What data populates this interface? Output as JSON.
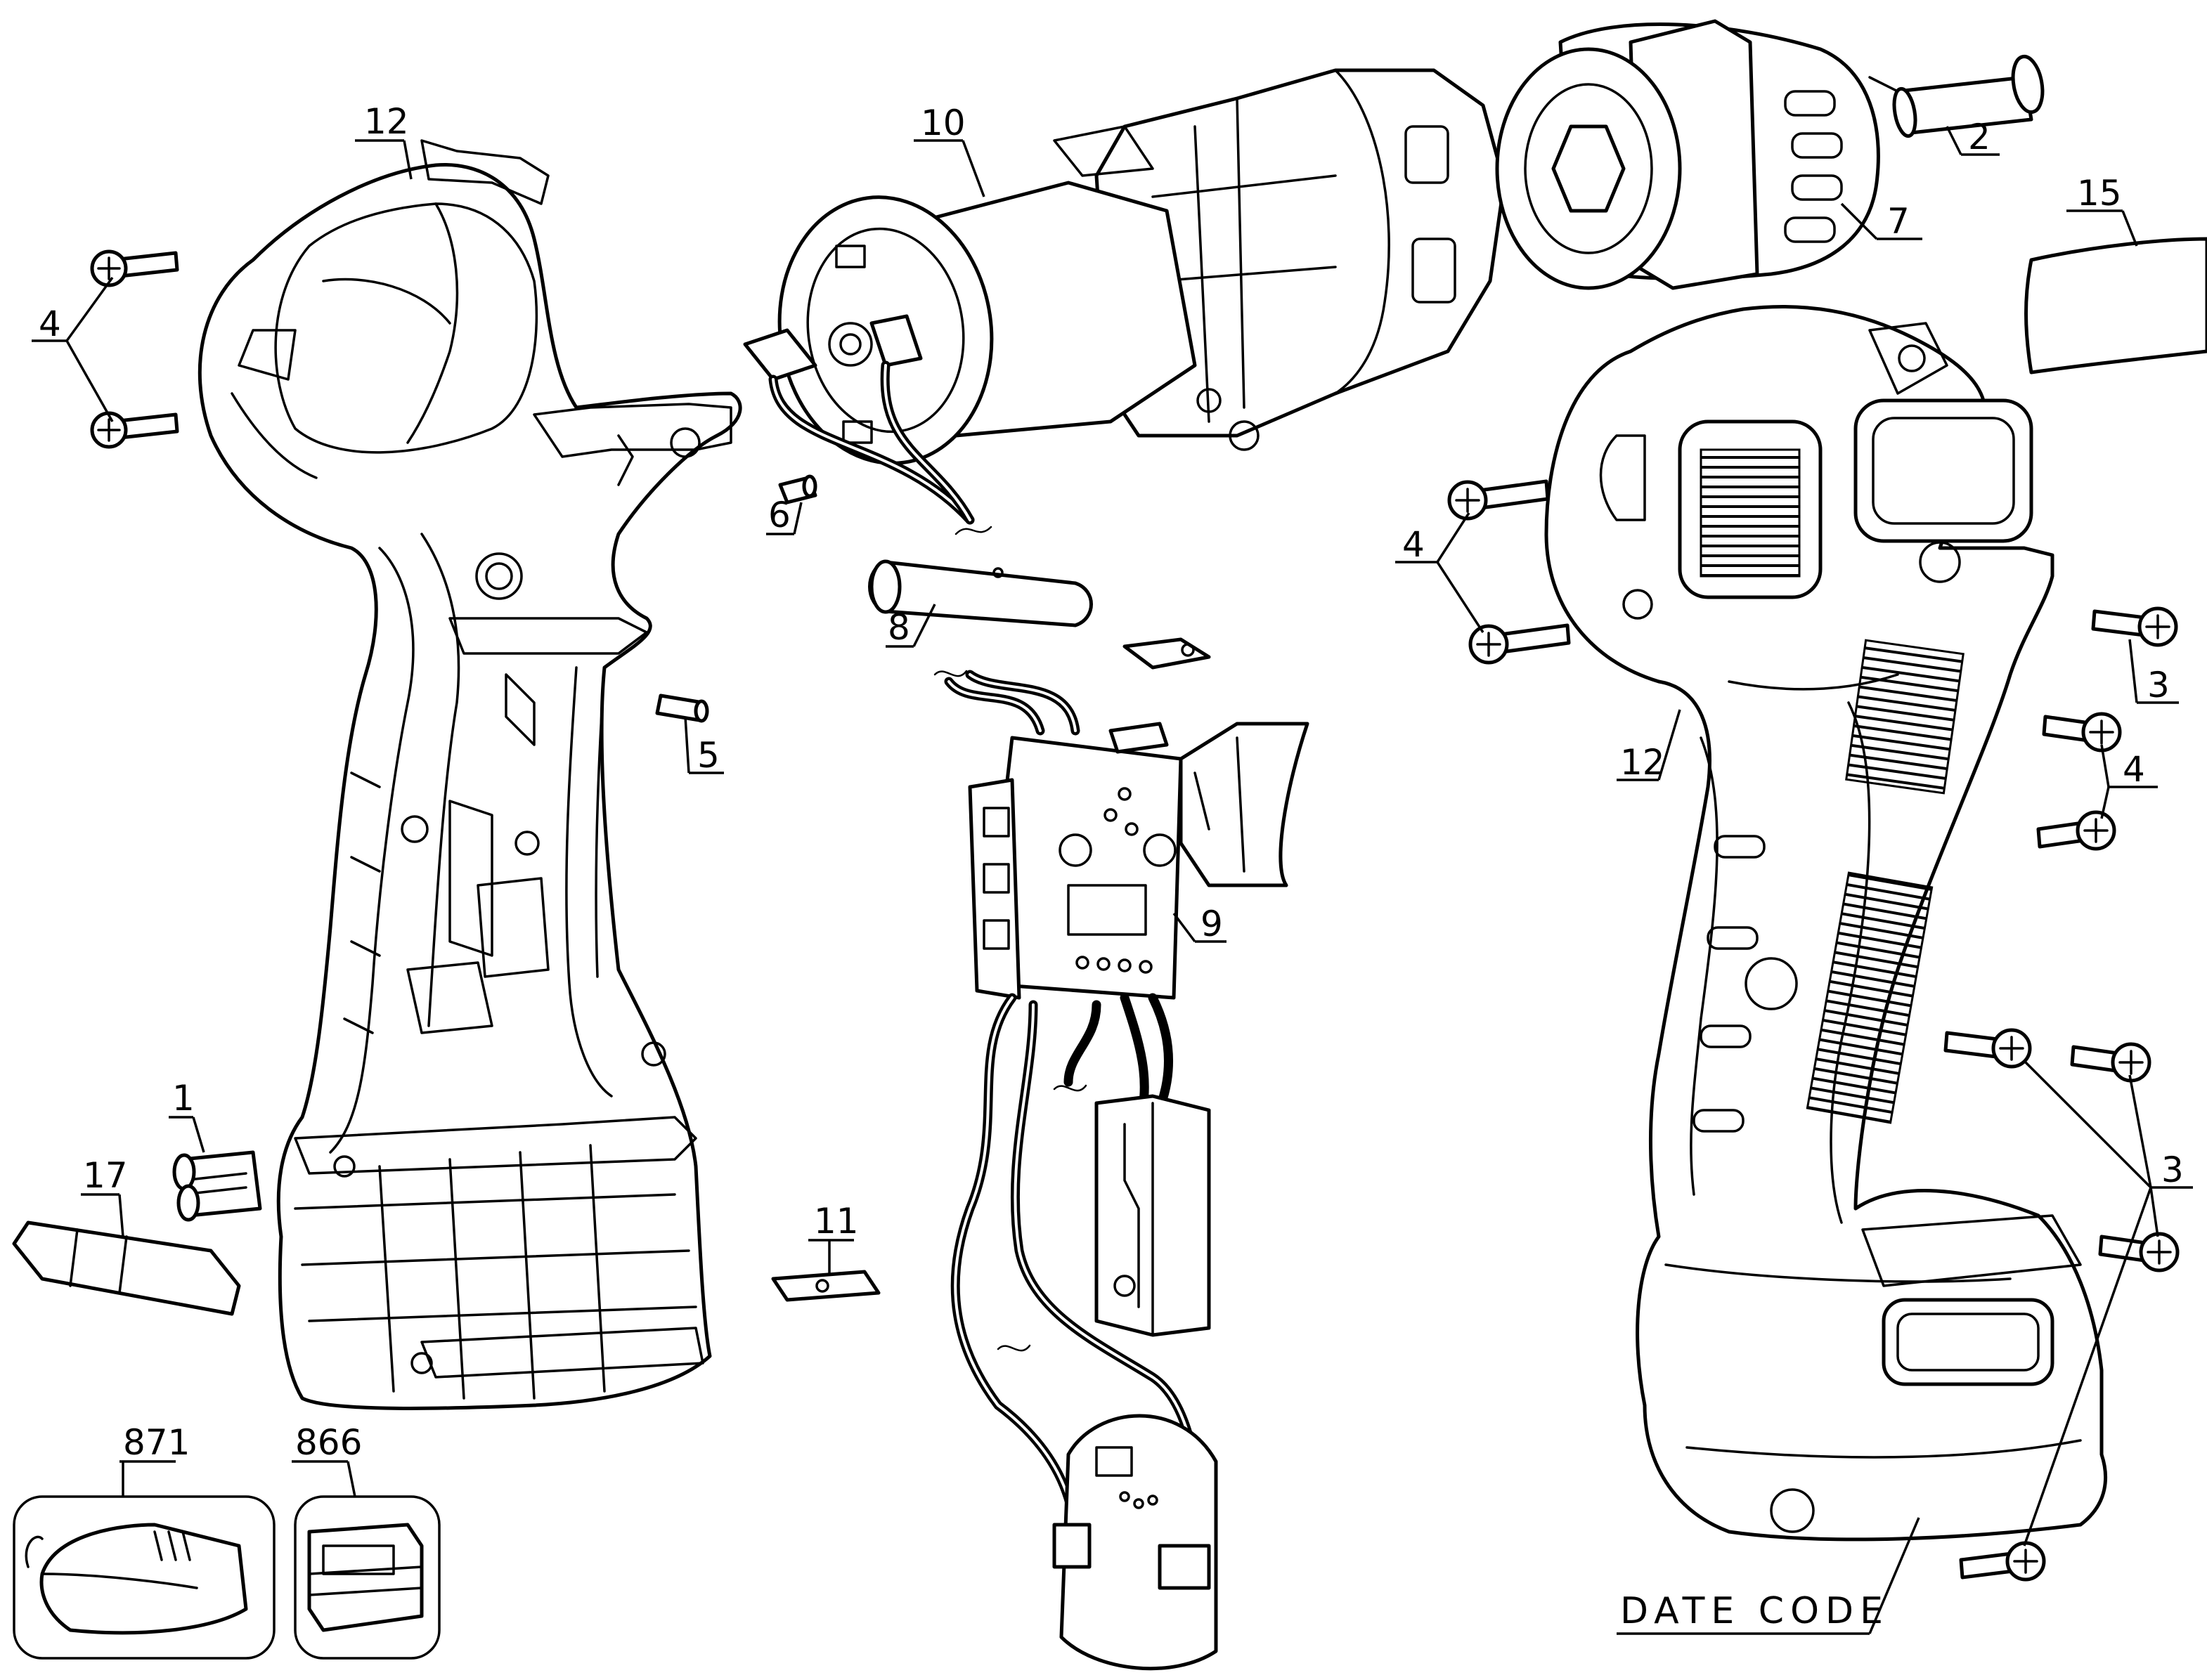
{
  "callouts": {
    "c1": "1",
    "c2": "2",
    "c3a": "3",
    "c3b": "3",
    "c4a": "4",
    "c4b": "4",
    "c4c": "4",
    "c5": "5",
    "c6": "6",
    "c7": "7",
    "c8": "8",
    "c9": "9",
    "c10": "10",
    "c11": "11",
    "c12a": "12",
    "c12b": "12",
    "c15": "15",
    "c17": "17",
    "c871": "871",
    "c866": "866"
  },
  "date_code_label": "DATE CODE"
}
